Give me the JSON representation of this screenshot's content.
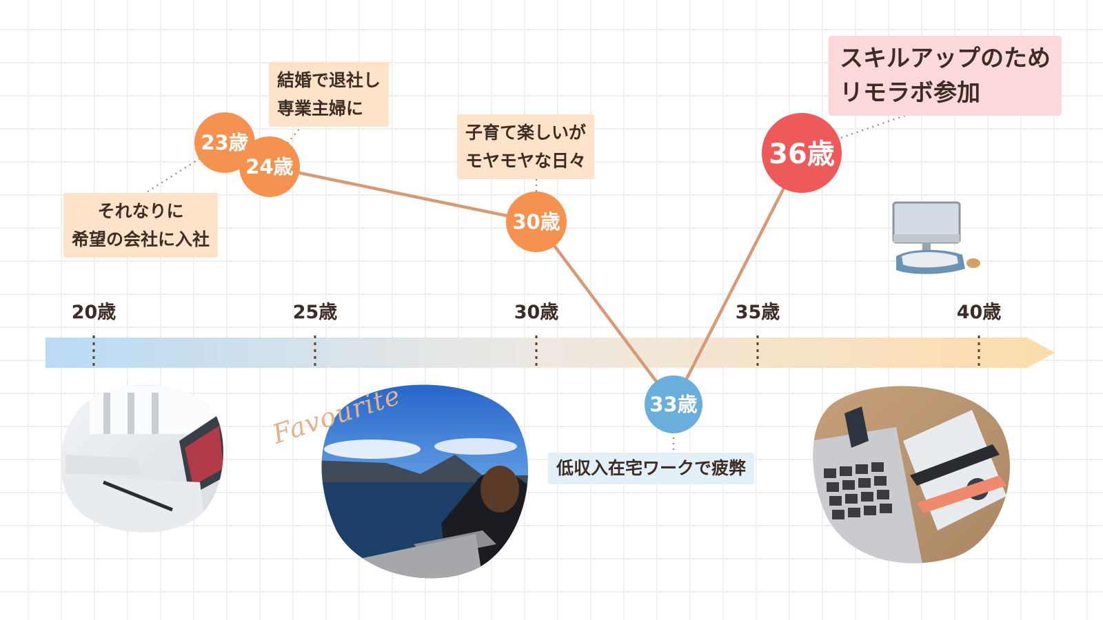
{
  "timeline": {
    "ticks": [
      "20歳",
      "25歳",
      "30歳",
      "35歳",
      "40歳"
    ]
  },
  "milestones": [
    {
      "id": "m23",
      "age": "23歳",
      "color": "#f5924f"
    },
    {
      "id": "m24",
      "age": "24歳",
      "color": "#f5924f"
    },
    {
      "id": "m30",
      "age": "30歳",
      "color": "#f5924f"
    },
    {
      "id": "m33",
      "age": "33歳",
      "color": "#6aaedb"
    },
    {
      "id": "m36",
      "age": "36歳",
      "color": "#ee5a5a"
    }
  ],
  "labels": {
    "age23": [
      "それなりに",
      "希望の会社に入社"
    ],
    "age24": [
      "結婚で退社し",
      "専業主婦に"
    ],
    "age30": [
      "子育て楽しいが",
      "モヤモヤな日々"
    ],
    "age33": "低収入在宅ワークで疲弊",
    "age36": [
      "スキルアップのため",
      "リモラボ参加"
    ]
  },
  "decoration": {
    "script_text": "Favourite"
  },
  "colors": {
    "path_line": "#d89a76",
    "tick": "#5a4033",
    "arrow_start": "#b9dbf4",
    "arrow_end": "#fddcaa"
  }
}
